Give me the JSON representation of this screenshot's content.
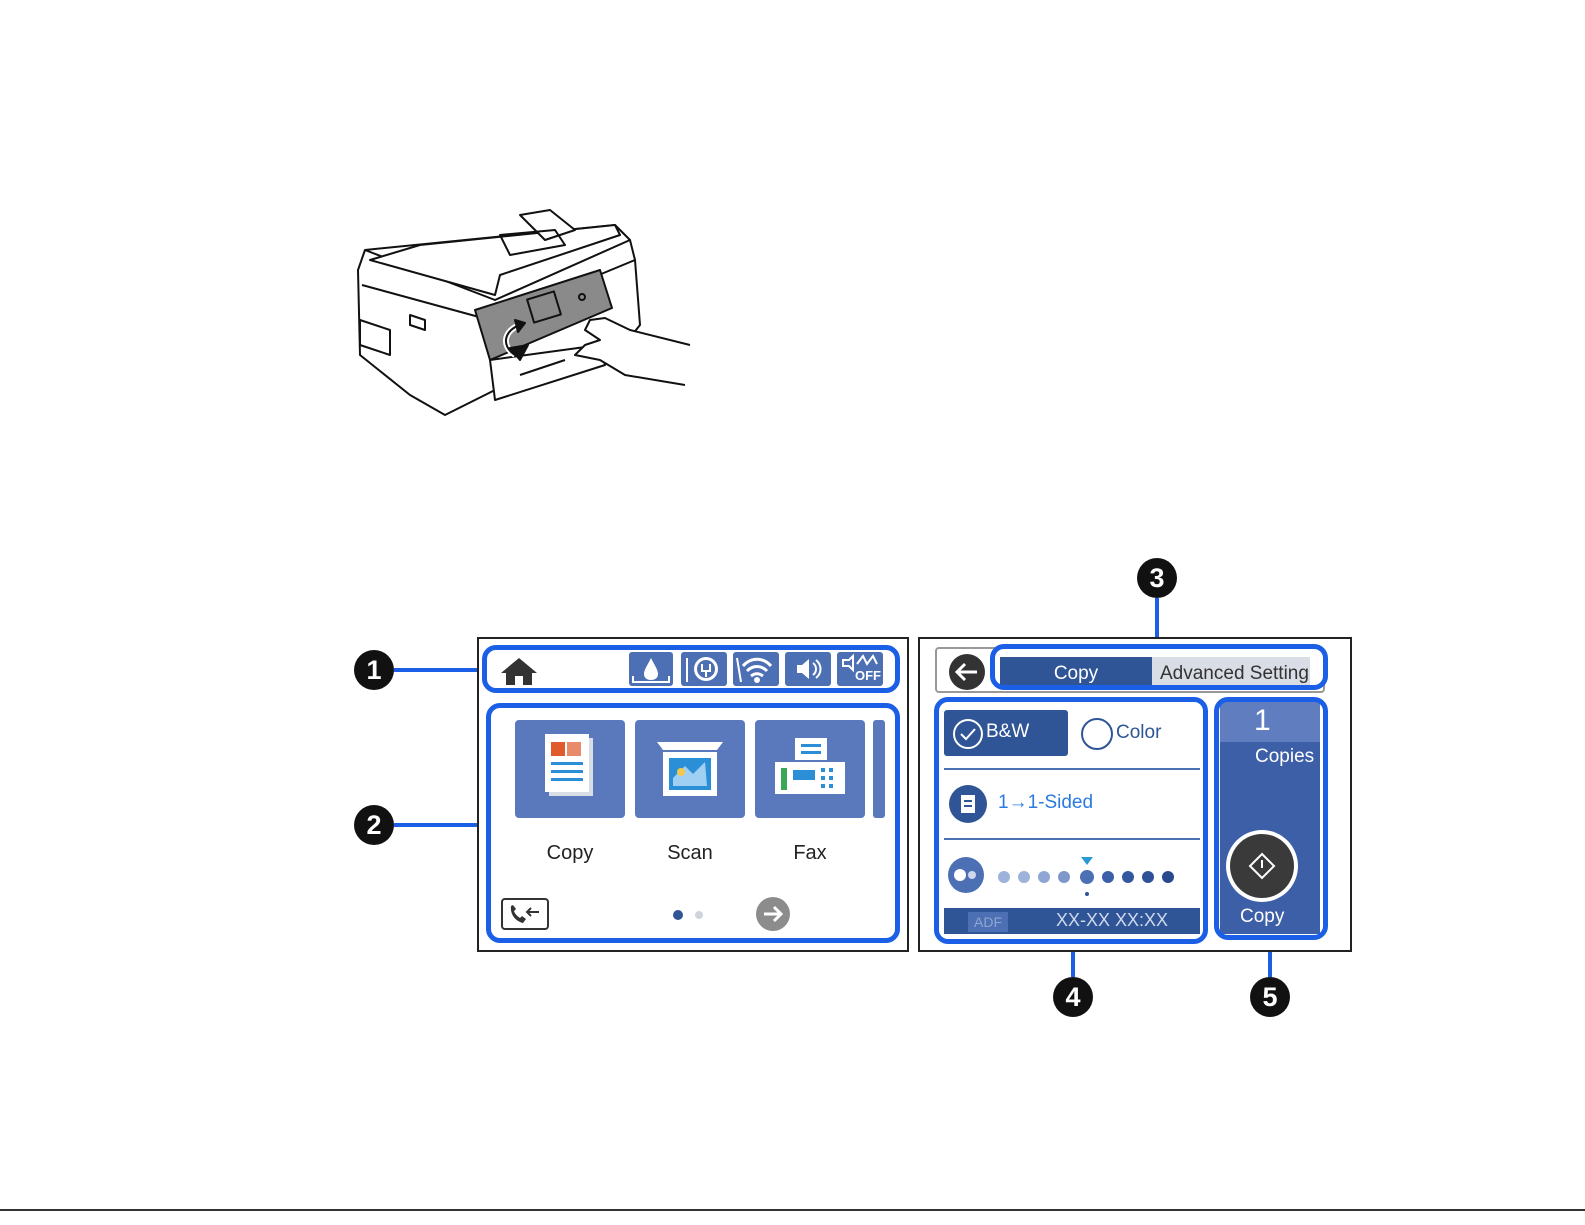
{
  "home_screen": {
    "status_icons": [
      "home-icon",
      "ink-icon",
      "fax-data-icon",
      "wifi-icon",
      "speaker-icon",
      "quiet-mode-off-icon"
    ],
    "quiet_mode_label": "OFF",
    "apps": [
      {
        "label": "Copy",
        "icon": "copy-icon"
      },
      {
        "label": "Scan",
        "icon": "scan-icon"
      },
      {
        "label": "Fax",
        "icon": "fax-icon"
      }
    ]
  },
  "copy_screen": {
    "tabs": [
      "Copy",
      "Advanced Setting"
    ],
    "color_options": {
      "bw": "B&W",
      "color": "Color"
    },
    "sided": "1→1-Sided",
    "source": "ADF",
    "datetime": "XX-XX XX:XX",
    "copies_value": "1",
    "copies_label": "Copies",
    "start_label": "Copy"
  },
  "callouts": [
    "1",
    "2",
    "3",
    "4",
    "5"
  ],
  "colors": {
    "highlight": "#1b5fe6",
    "tile": "#5a79bd",
    "accent": "#4d6fb4"
  }
}
